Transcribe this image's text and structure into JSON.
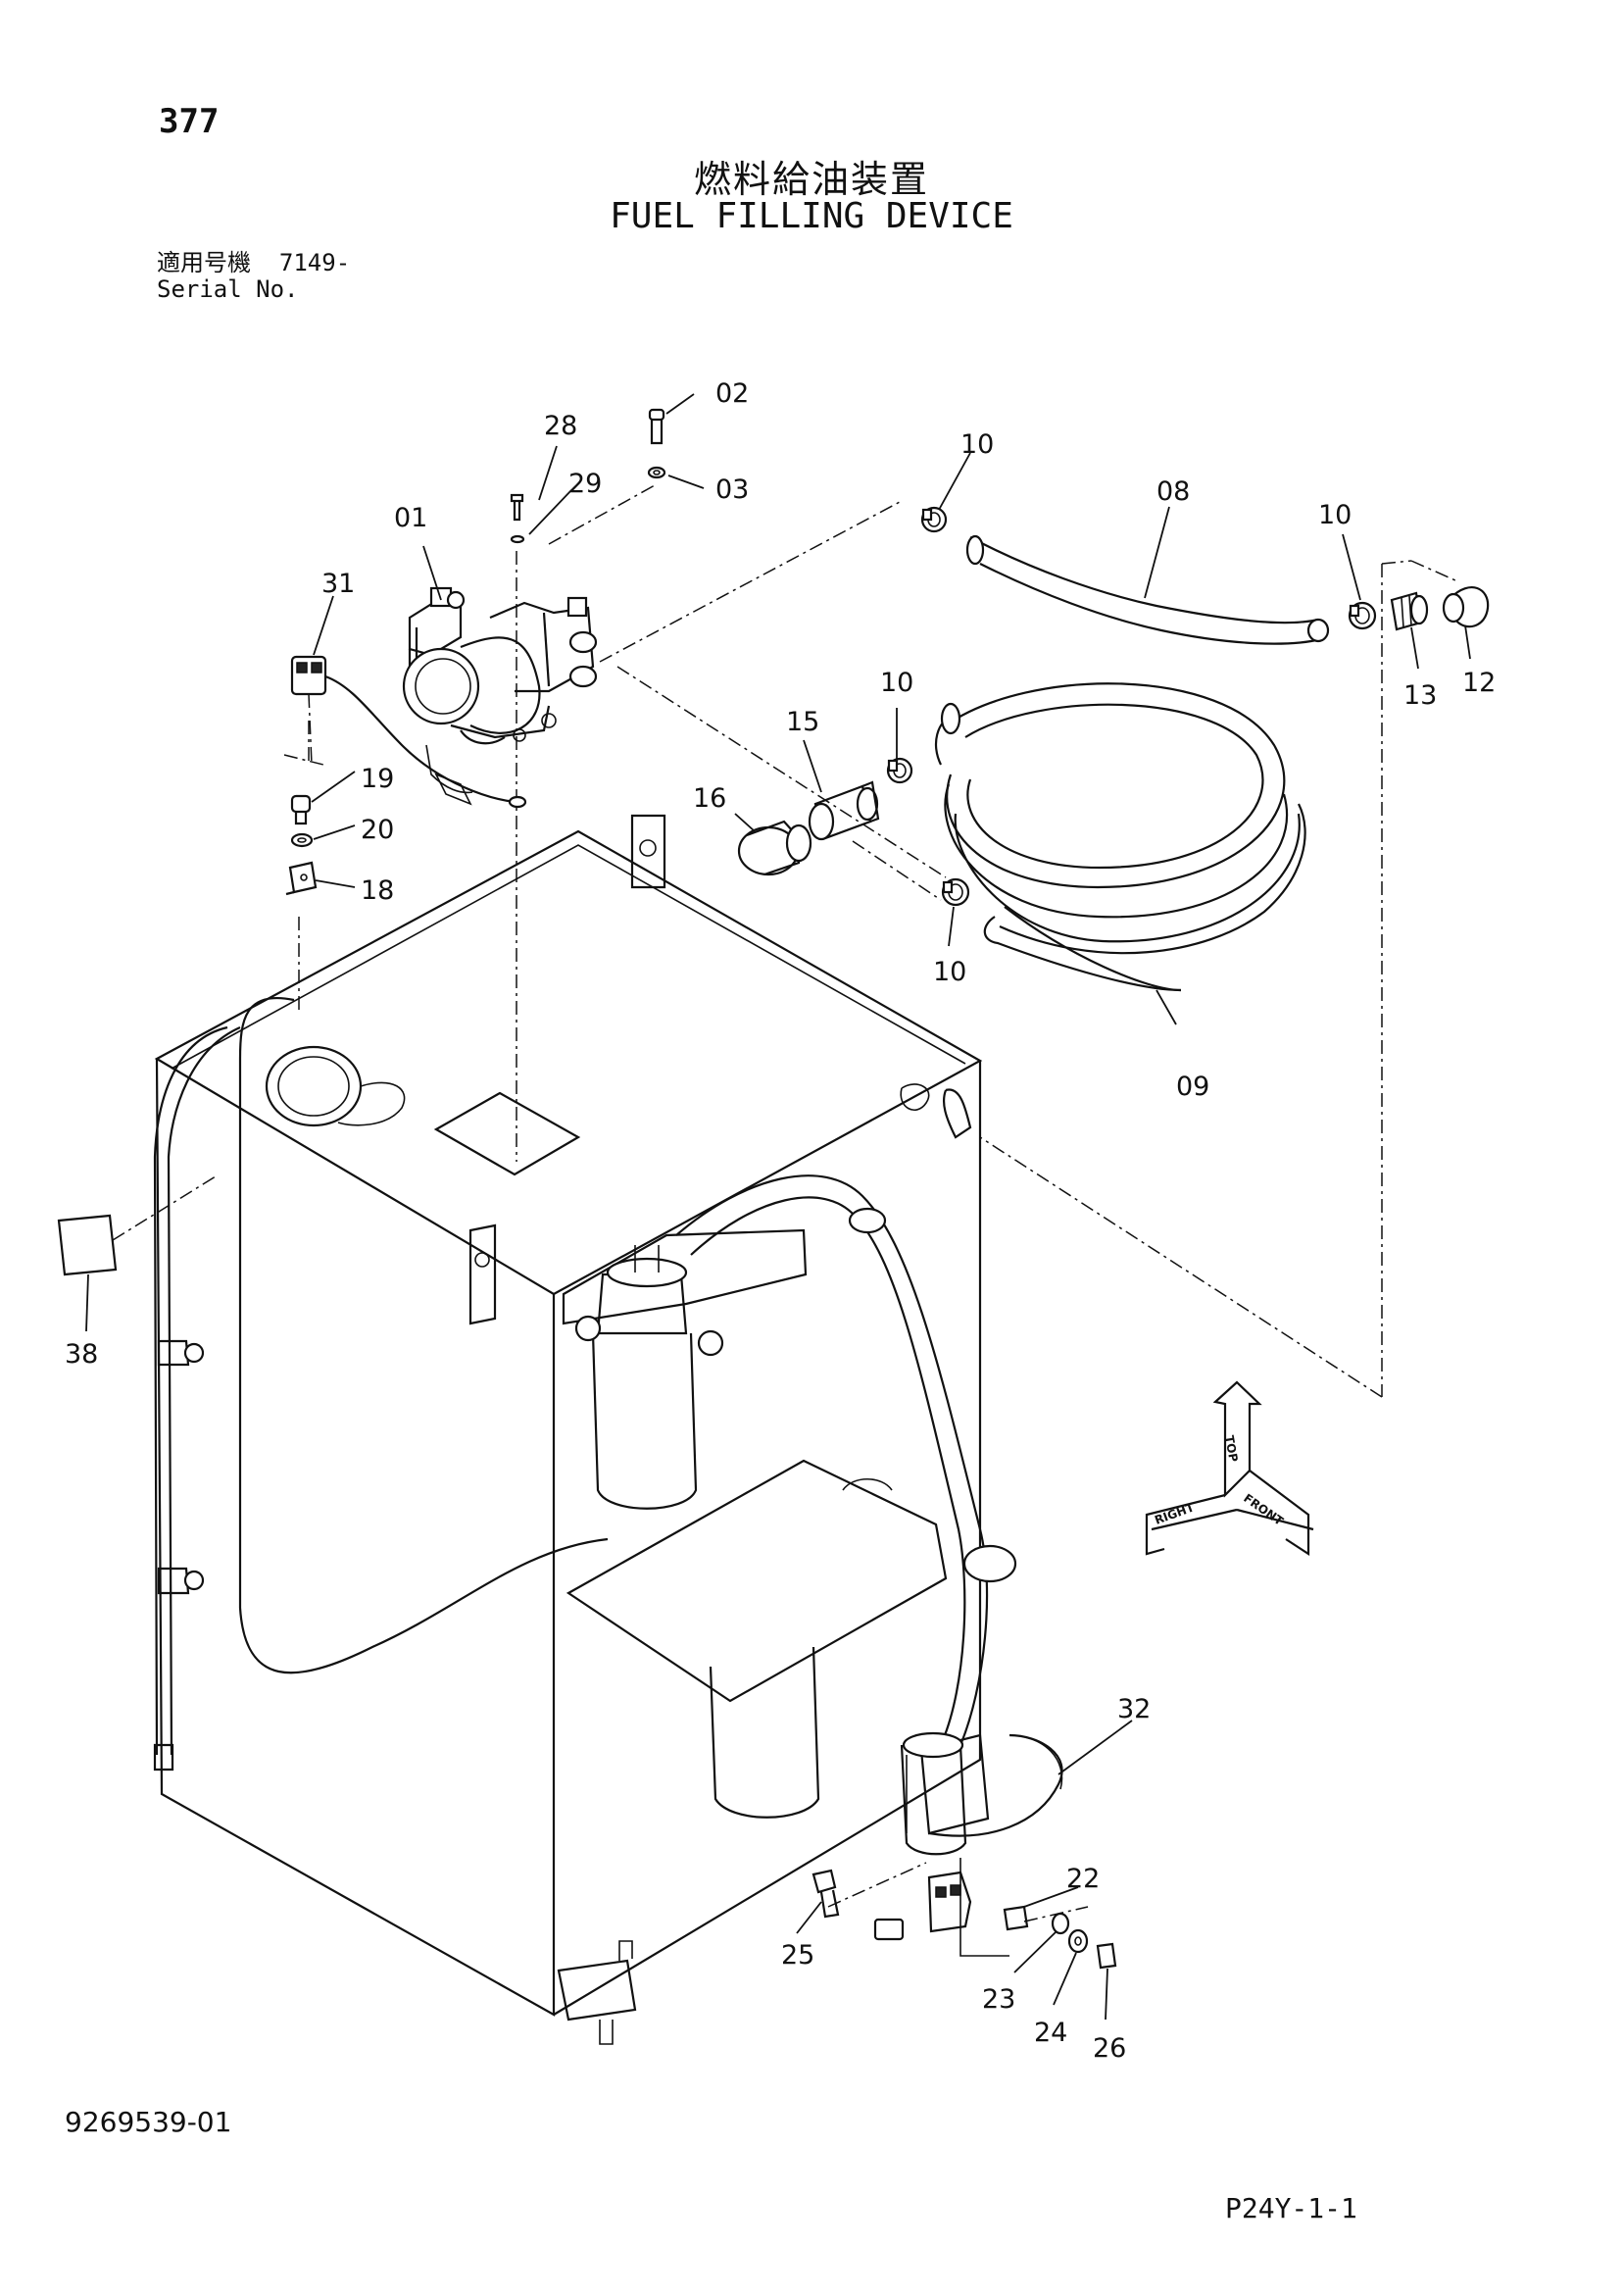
{
  "header": {
    "page_number": "377",
    "title_jp": "燃料給油装置",
    "title_en": "FUEL FILLING DEVICE",
    "serial_label_jp": "適用号機",
    "serial_value": "7149-",
    "serial_label_en": "Serial No."
  },
  "callouts": {
    "c01": "01",
    "c02": "02",
    "c03": "03",
    "c08": "08",
    "c09": "09",
    "c10a": "10",
    "c10b": "10",
    "c10c": "10",
    "c10d": "10",
    "c12": "12",
    "c13": "13",
    "c15": "15",
    "c16": "16",
    "c18": "18",
    "c19": "19",
    "c20": "20",
    "c22": "22",
    "c23": "23",
    "c24": "24",
    "c25": "25",
    "c26": "26",
    "c28": "28",
    "c29": "29",
    "c31": "31",
    "c32": "32",
    "c38": "38"
  },
  "direction_indicator": {
    "top": "TOP",
    "front": "FRONT",
    "right": "RIGHT"
  },
  "footer": {
    "doc_number": "9269539-01",
    "page_code": "P24Y-1-1"
  }
}
